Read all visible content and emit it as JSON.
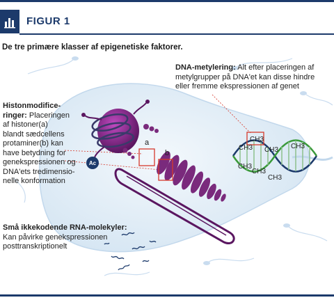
{
  "figure": {
    "title": "FIGUR 1"
  },
  "subtitle": "De tre primære klasser af epigenetiske faktorer.",
  "labels": {
    "dna_title": "DNA-metylering:",
    "dna_text_1": " Alt efter placeringen af",
    "dna_text_2": "metylgrupper på DNA'et kan disse hindre",
    "dna_text_3": "eller fremme ekspressionen af genet",
    "histone_title_1": "Histonmodifice-",
    "histone_title_2": "ringer:",
    "histone_text_1": " Placeringen",
    "histone_text_2": "af histoner(a)",
    "histone_text_3": "blandt sædcellens",
    "histone_text_4": "protaminer(b) kan",
    "histone_text_5": "have betydning for",
    "histone_text_6": "genekspressionen og",
    "histone_text_7": "DNA'ets tredimensio-",
    "histone_text_8": "nelle konformation",
    "rna_title": "Små ikkekodende RNA-molekyler:",
    "rna_text_1": "Kan påvirke genekspressionen",
    "rna_text_2": "posttranskriptionelt"
  },
  "diagram": {
    "marker_a": "a",
    "marker_b": "b",
    "ac_label": "Ac",
    "ch3": "CH3",
    "ch3_labels": [
      "CH3",
      "CH3",
      "CH3",
      "CH3",
      "CH3",
      "CH3"
    ]
  },
  "colors": {
    "navy": "#1c3a6b",
    "purple": "#7a2a7c",
    "red": "#d6392c",
    "green": "#3a9a3a",
    "cell": "#dce9f5"
  }
}
